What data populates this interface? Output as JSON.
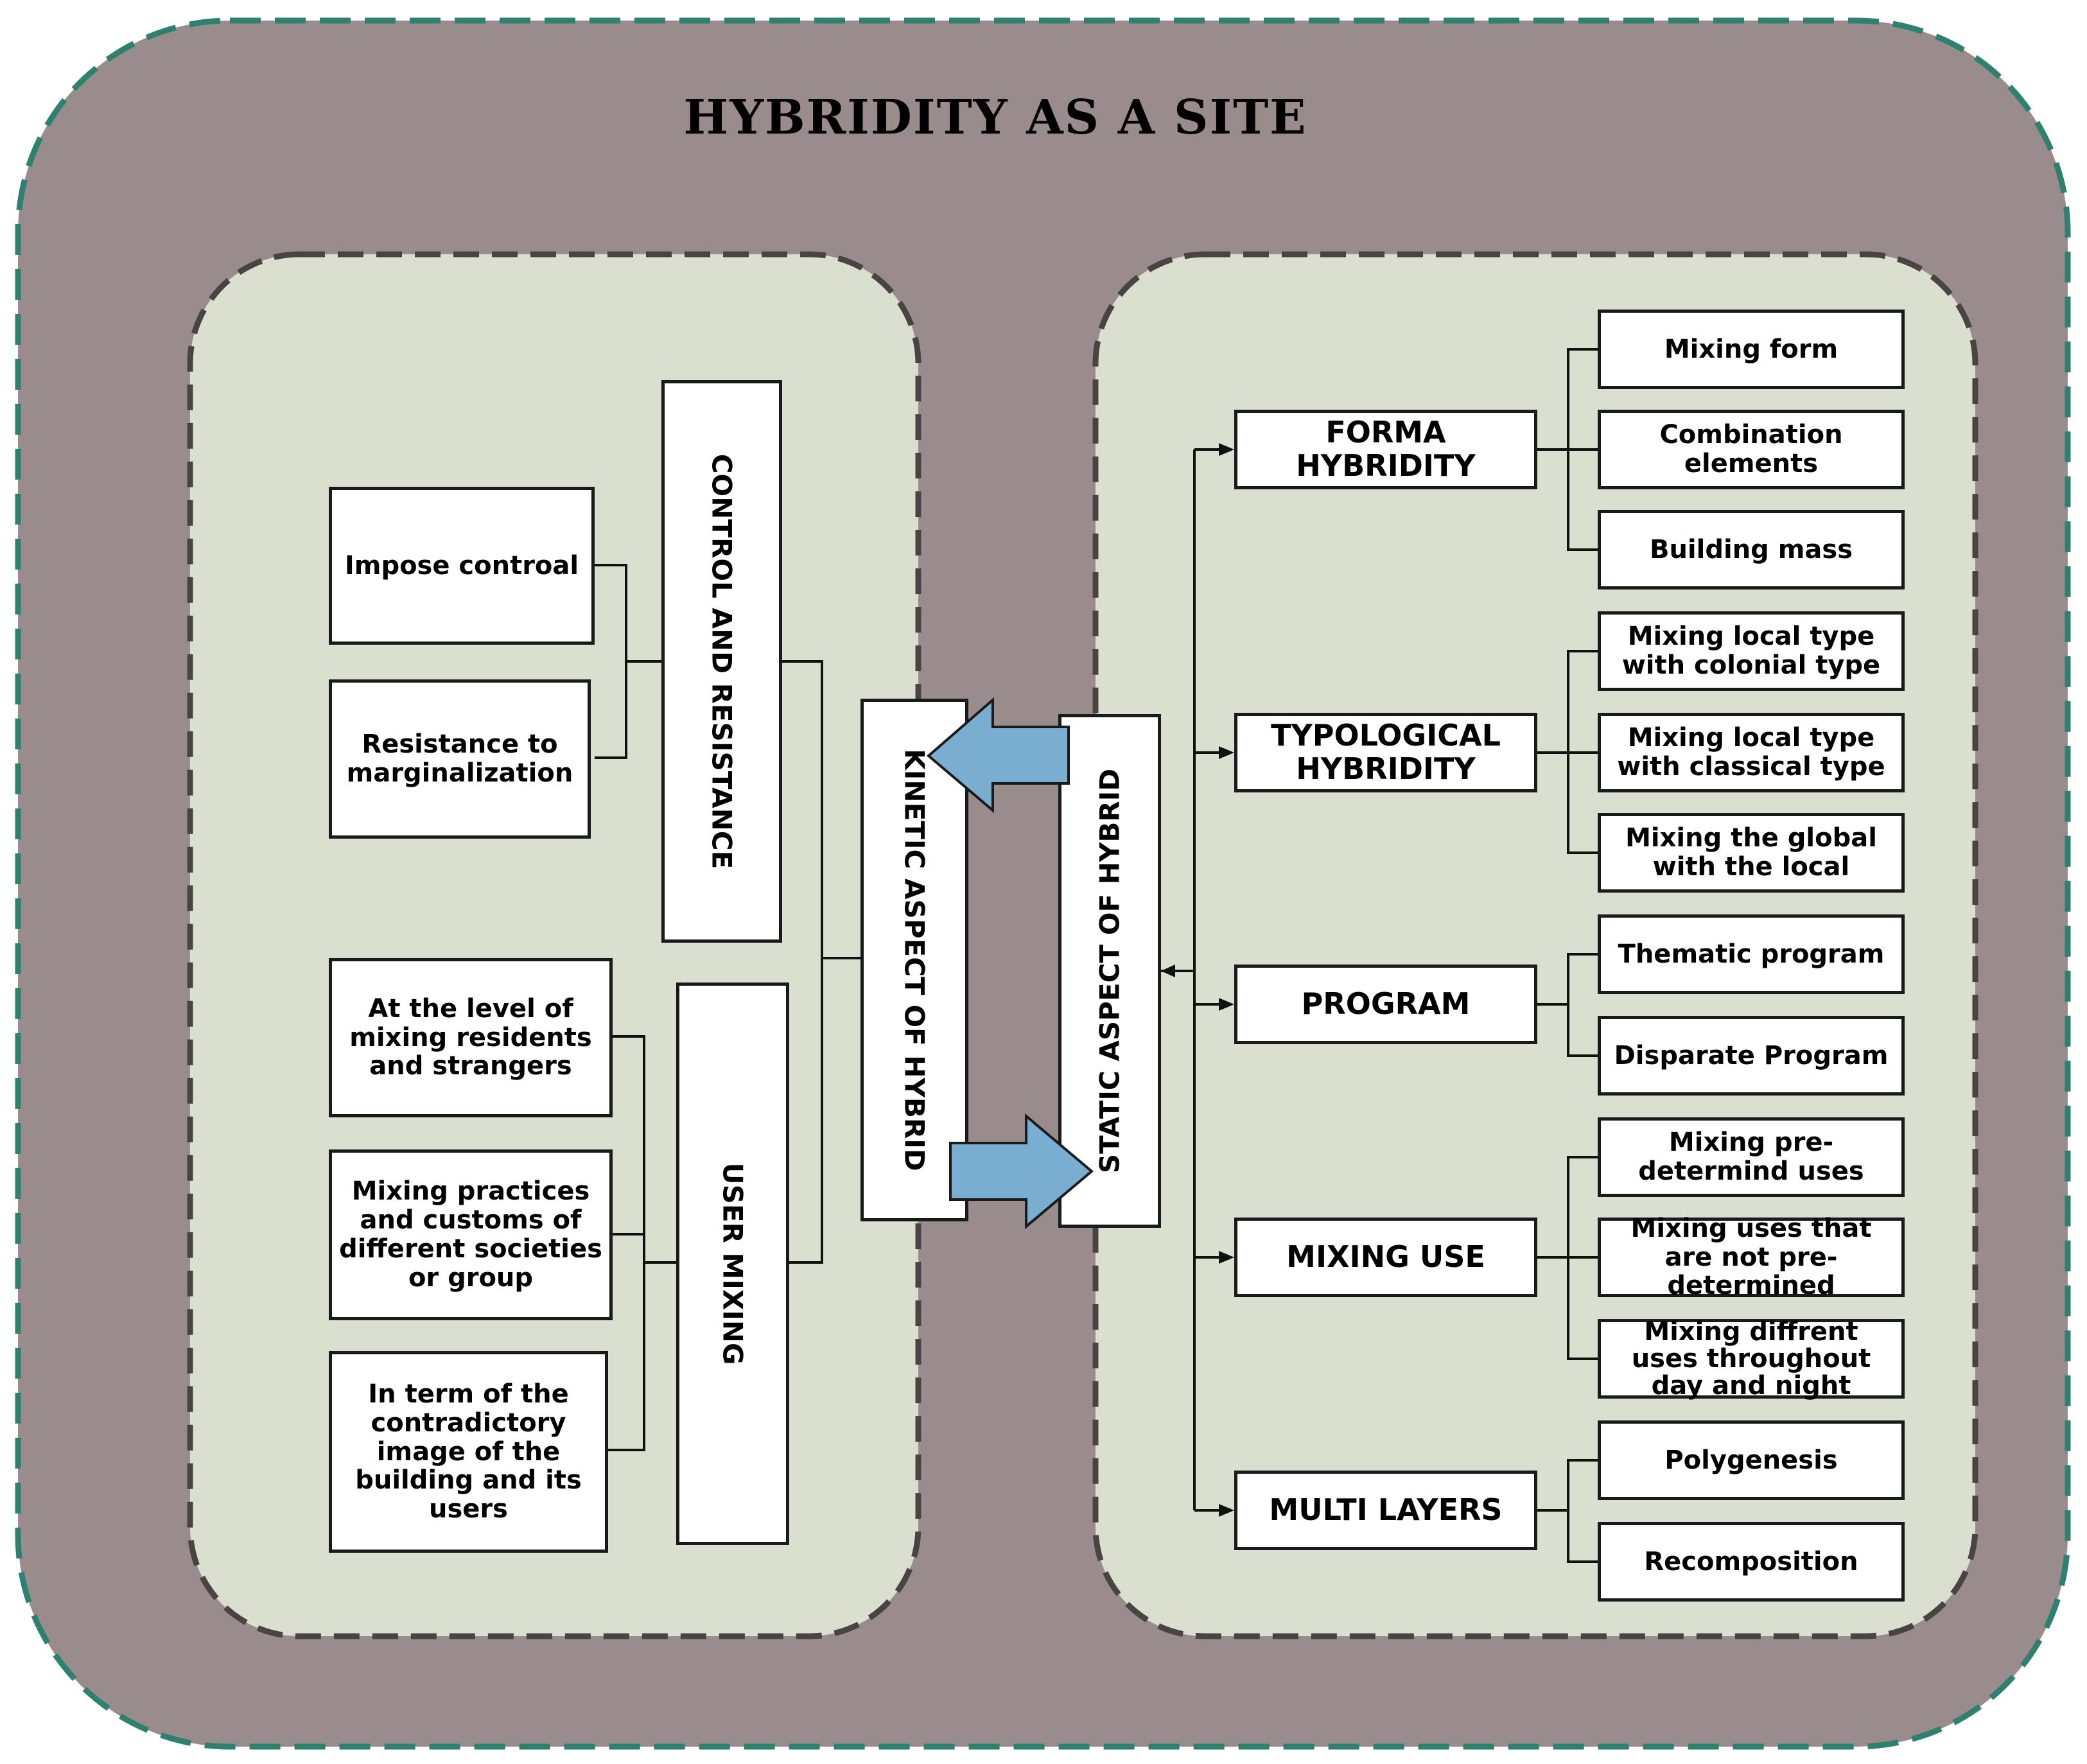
{
  "title": "HYBRIDITY AS A SITE",
  "left_panel": {
    "control_and_resistance": {
      "label": "CONTROL AND RESISTANCE",
      "items": [
        "Impose controal",
        "Resistance to marginalization"
      ]
    },
    "user_mixing": {
      "label": "USER MIXING",
      "items": [
        "At the level of mixing residents and strangers",
        "Mixing practices and customs of different societies or group",
        "In term of the contradictory image of the building and its users"
      ]
    },
    "kinetic_label": "KINETIC ASPECT OF HYBRID"
  },
  "right_panel": {
    "static_label": "STATIC ASPECT OF HYBRID",
    "groups": [
      {
        "label": "FORMA HYBRIDITY",
        "items": [
          "Mixing form",
          "Combination elements",
          "Building mass"
        ]
      },
      {
        "label": "TYPOLOGICAL HYBRIDITY",
        "items": [
          "Mixing local type with colonial type",
          "Mixing local type with classical type",
          "Mixing the global with the local"
        ]
      },
      {
        "label": "PROGRAM",
        "items": [
          "Thematic program",
          "Disparate Program"
        ]
      },
      {
        "label": "MIXING USE",
        "items": [
          "Mixing pre-determind uses",
          "Mixing uses that are not pre-determined",
          "Mixing diffrent uses throughout day and night"
        ]
      },
      {
        "label": "MULTI LAYERS",
        "items": [
          "Polygenesis",
          "Recomposition"
        ]
      }
    ]
  },
  "colors": {
    "outer_fill": "#9a8c8c",
    "outer_border": "#2e8070",
    "panel_fill": "#dadfcf",
    "panel_border": "#4a4343",
    "arrow_fill": "#7aaed0"
  }
}
